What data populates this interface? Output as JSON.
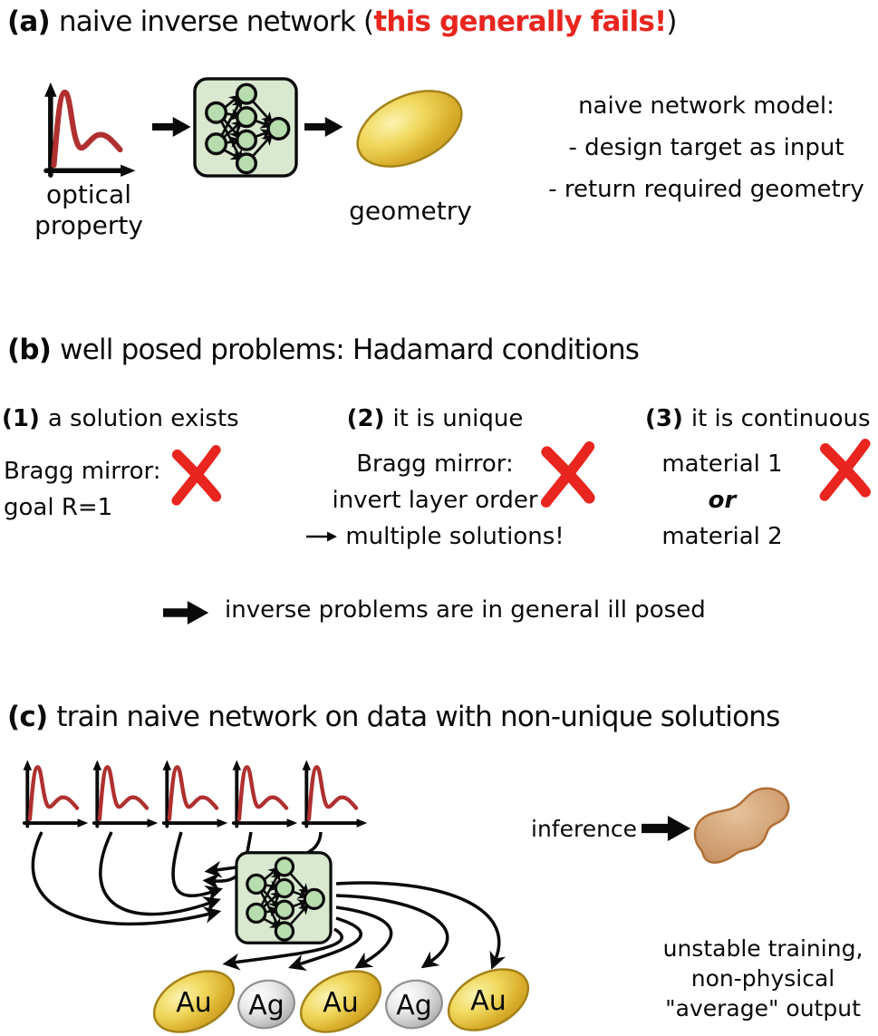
{
  "colors": {
    "accent_red": "#e8251f",
    "curve_red": "#b03030",
    "network_box_green": "#d8e9d0",
    "network_node_green": "#b7dcae",
    "gold": "#d9ae2b",
    "silver": "#bcbcbc",
    "blob_brown": "#d3a377",
    "ink": "#0a0a0a"
  },
  "panel_a": {
    "tag": "(a)",
    "title_main": "naive inverse network (",
    "warning": "this generally fails!",
    "title_close": ")",
    "input_label": "optical\nproperty",
    "output_label": "geometry",
    "notes": {
      "heading": "naive network model:",
      "items": [
        "- design target as input",
        "- return required geometry"
      ]
    }
  },
  "panel_b": {
    "tag": "(b)",
    "title": "well posed problems: Hadamard conditions",
    "conditions": [
      {
        "num": "(1)",
        "name": "a solution exists",
        "lines": [
          "Bragg mirror:",
          "goal R=1"
        ]
      },
      {
        "num": "(2)",
        "name": "it is unique",
        "lines": [
          "Bragg mirror:",
          "invert layer order",
          "multiple solutions!"
        ]
      },
      {
        "num": "(3)",
        "name": "it is continuous",
        "lines": [
          "material 1",
          "or",
          "material 2"
        ]
      }
    ],
    "conclusion": "inverse problems are in general ill posed"
  },
  "panel_c": {
    "tag": "(c)",
    "title": "train naive network on data with non-unique solutions",
    "materials": [
      "Au",
      "Ag",
      "Au",
      "Ag",
      "Au"
    ],
    "inference_label": "inference",
    "caption_lines": [
      "unstable training,",
      "non-physical",
      "\"average\" output"
    ]
  }
}
